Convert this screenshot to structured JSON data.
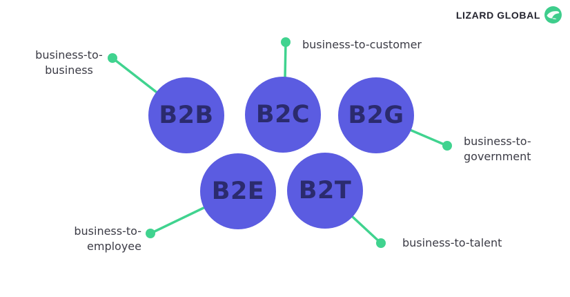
{
  "logo": {
    "text": "LIZARD GLOBAL",
    "icon": "lizard-icon"
  },
  "colors": {
    "circle_fill": "#5B5CE1",
    "circle_text": "#2B2B6E",
    "connector_green": "#40D38F",
    "label_text": "#3B3B45",
    "logo_text": "#23232E",
    "background": "#FFFFFF"
  },
  "nodes": [
    {
      "abbr": "B2B",
      "label_lines": [
        "business-to-",
        "business"
      ]
    },
    {
      "abbr": "B2C",
      "label_lines": [
        "business-to-customer"
      ]
    },
    {
      "abbr": "B2G",
      "label_lines": [
        "business-to-",
        "government"
      ]
    },
    {
      "abbr": "B2E",
      "label_lines": [
        "business-to-",
        "employee"
      ]
    },
    {
      "abbr": "B2T",
      "label_lines": [
        "business-to-talent"
      ]
    }
  ]
}
